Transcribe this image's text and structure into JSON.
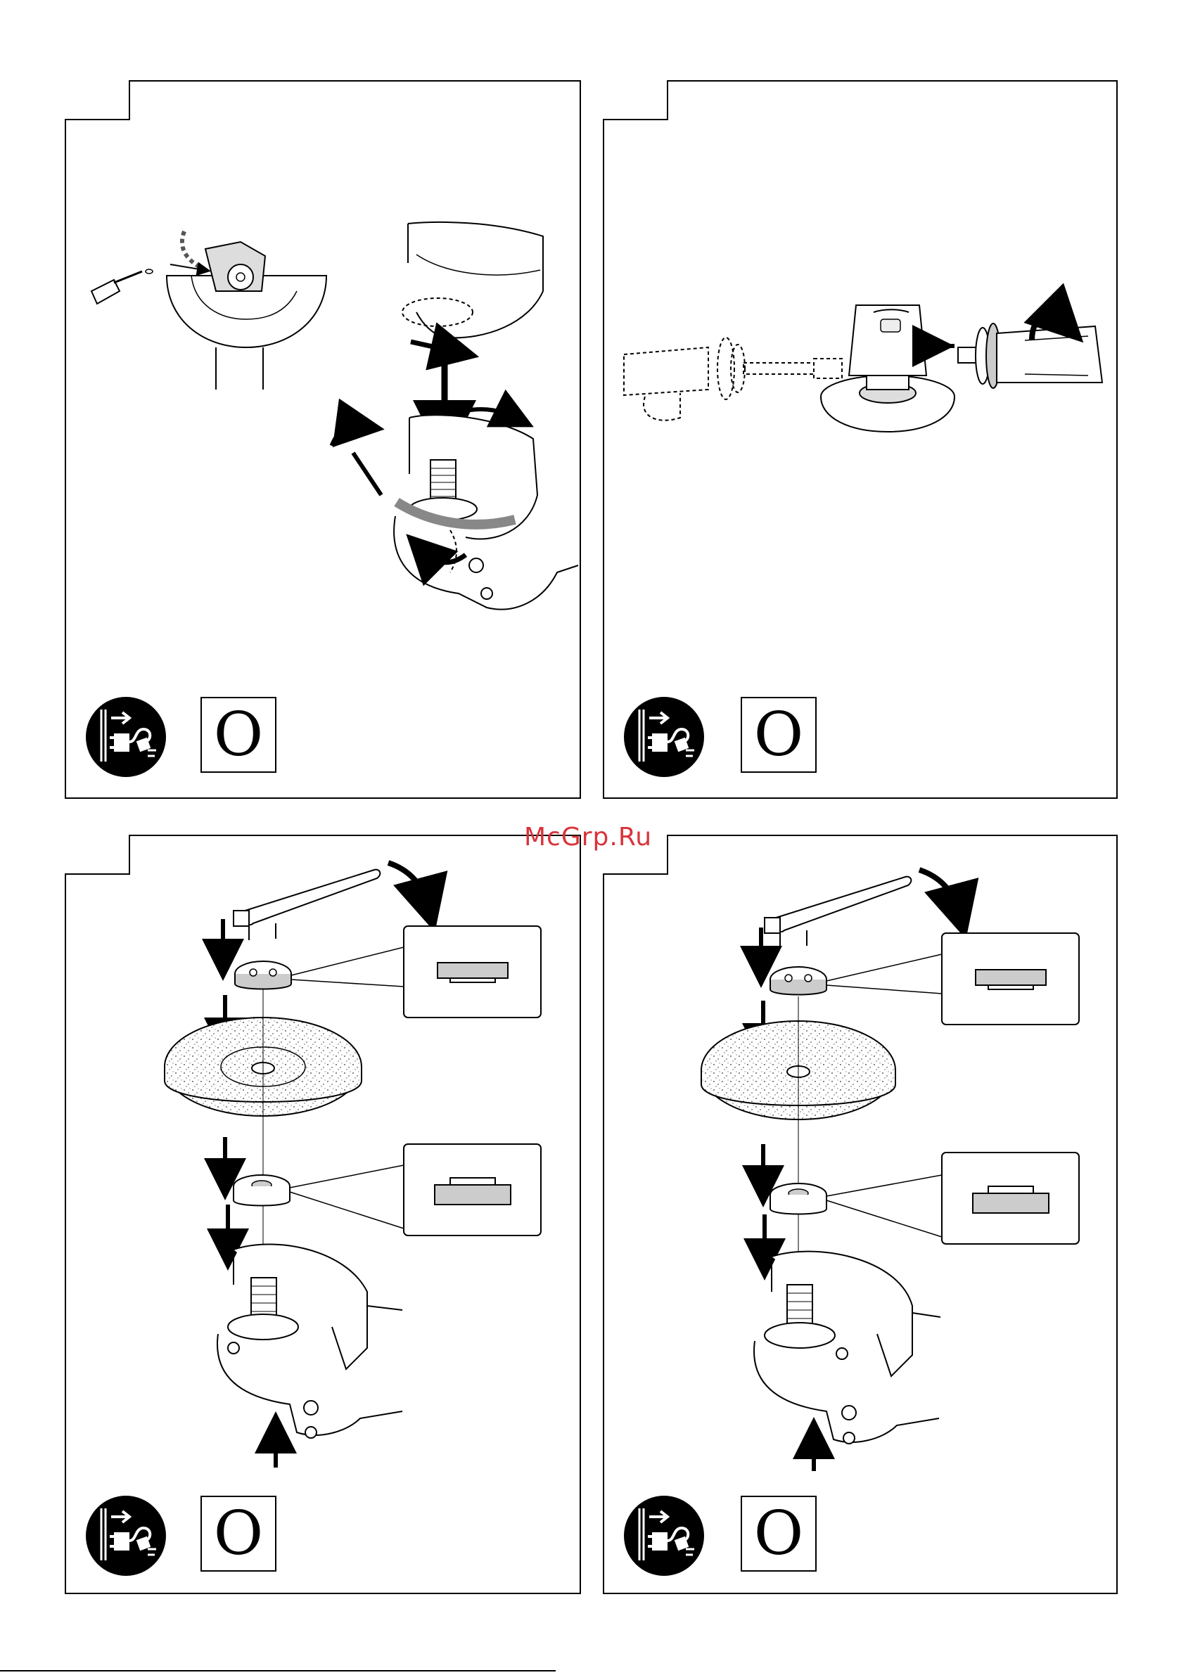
{
  "watermark": {
    "text": "McGrp.Ru",
    "color": "#d9333a"
  },
  "panels": [
    {
      "id": "panel-1",
      "symbol_text": "O",
      "icon": "unplug-icon",
      "illustration": "guard-lubrication-and-mounting"
    },
    {
      "id": "panel-2",
      "symbol_text": "O",
      "icon": "unplug-icon",
      "illustration": "side-handle-attachment"
    },
    {
      "id": "panel-3",
      "symbol_text": "O",
      "icon": "unplug-icon",
      "illustration": "grinding-wheel-assembly"
    },
    {
      "id": "panel-4",
      "symbol_text": "O",
      "icon": "unplug-icon",
      "illustration": "grinding-wheel-assembly-alt"
    }
  ]
}
